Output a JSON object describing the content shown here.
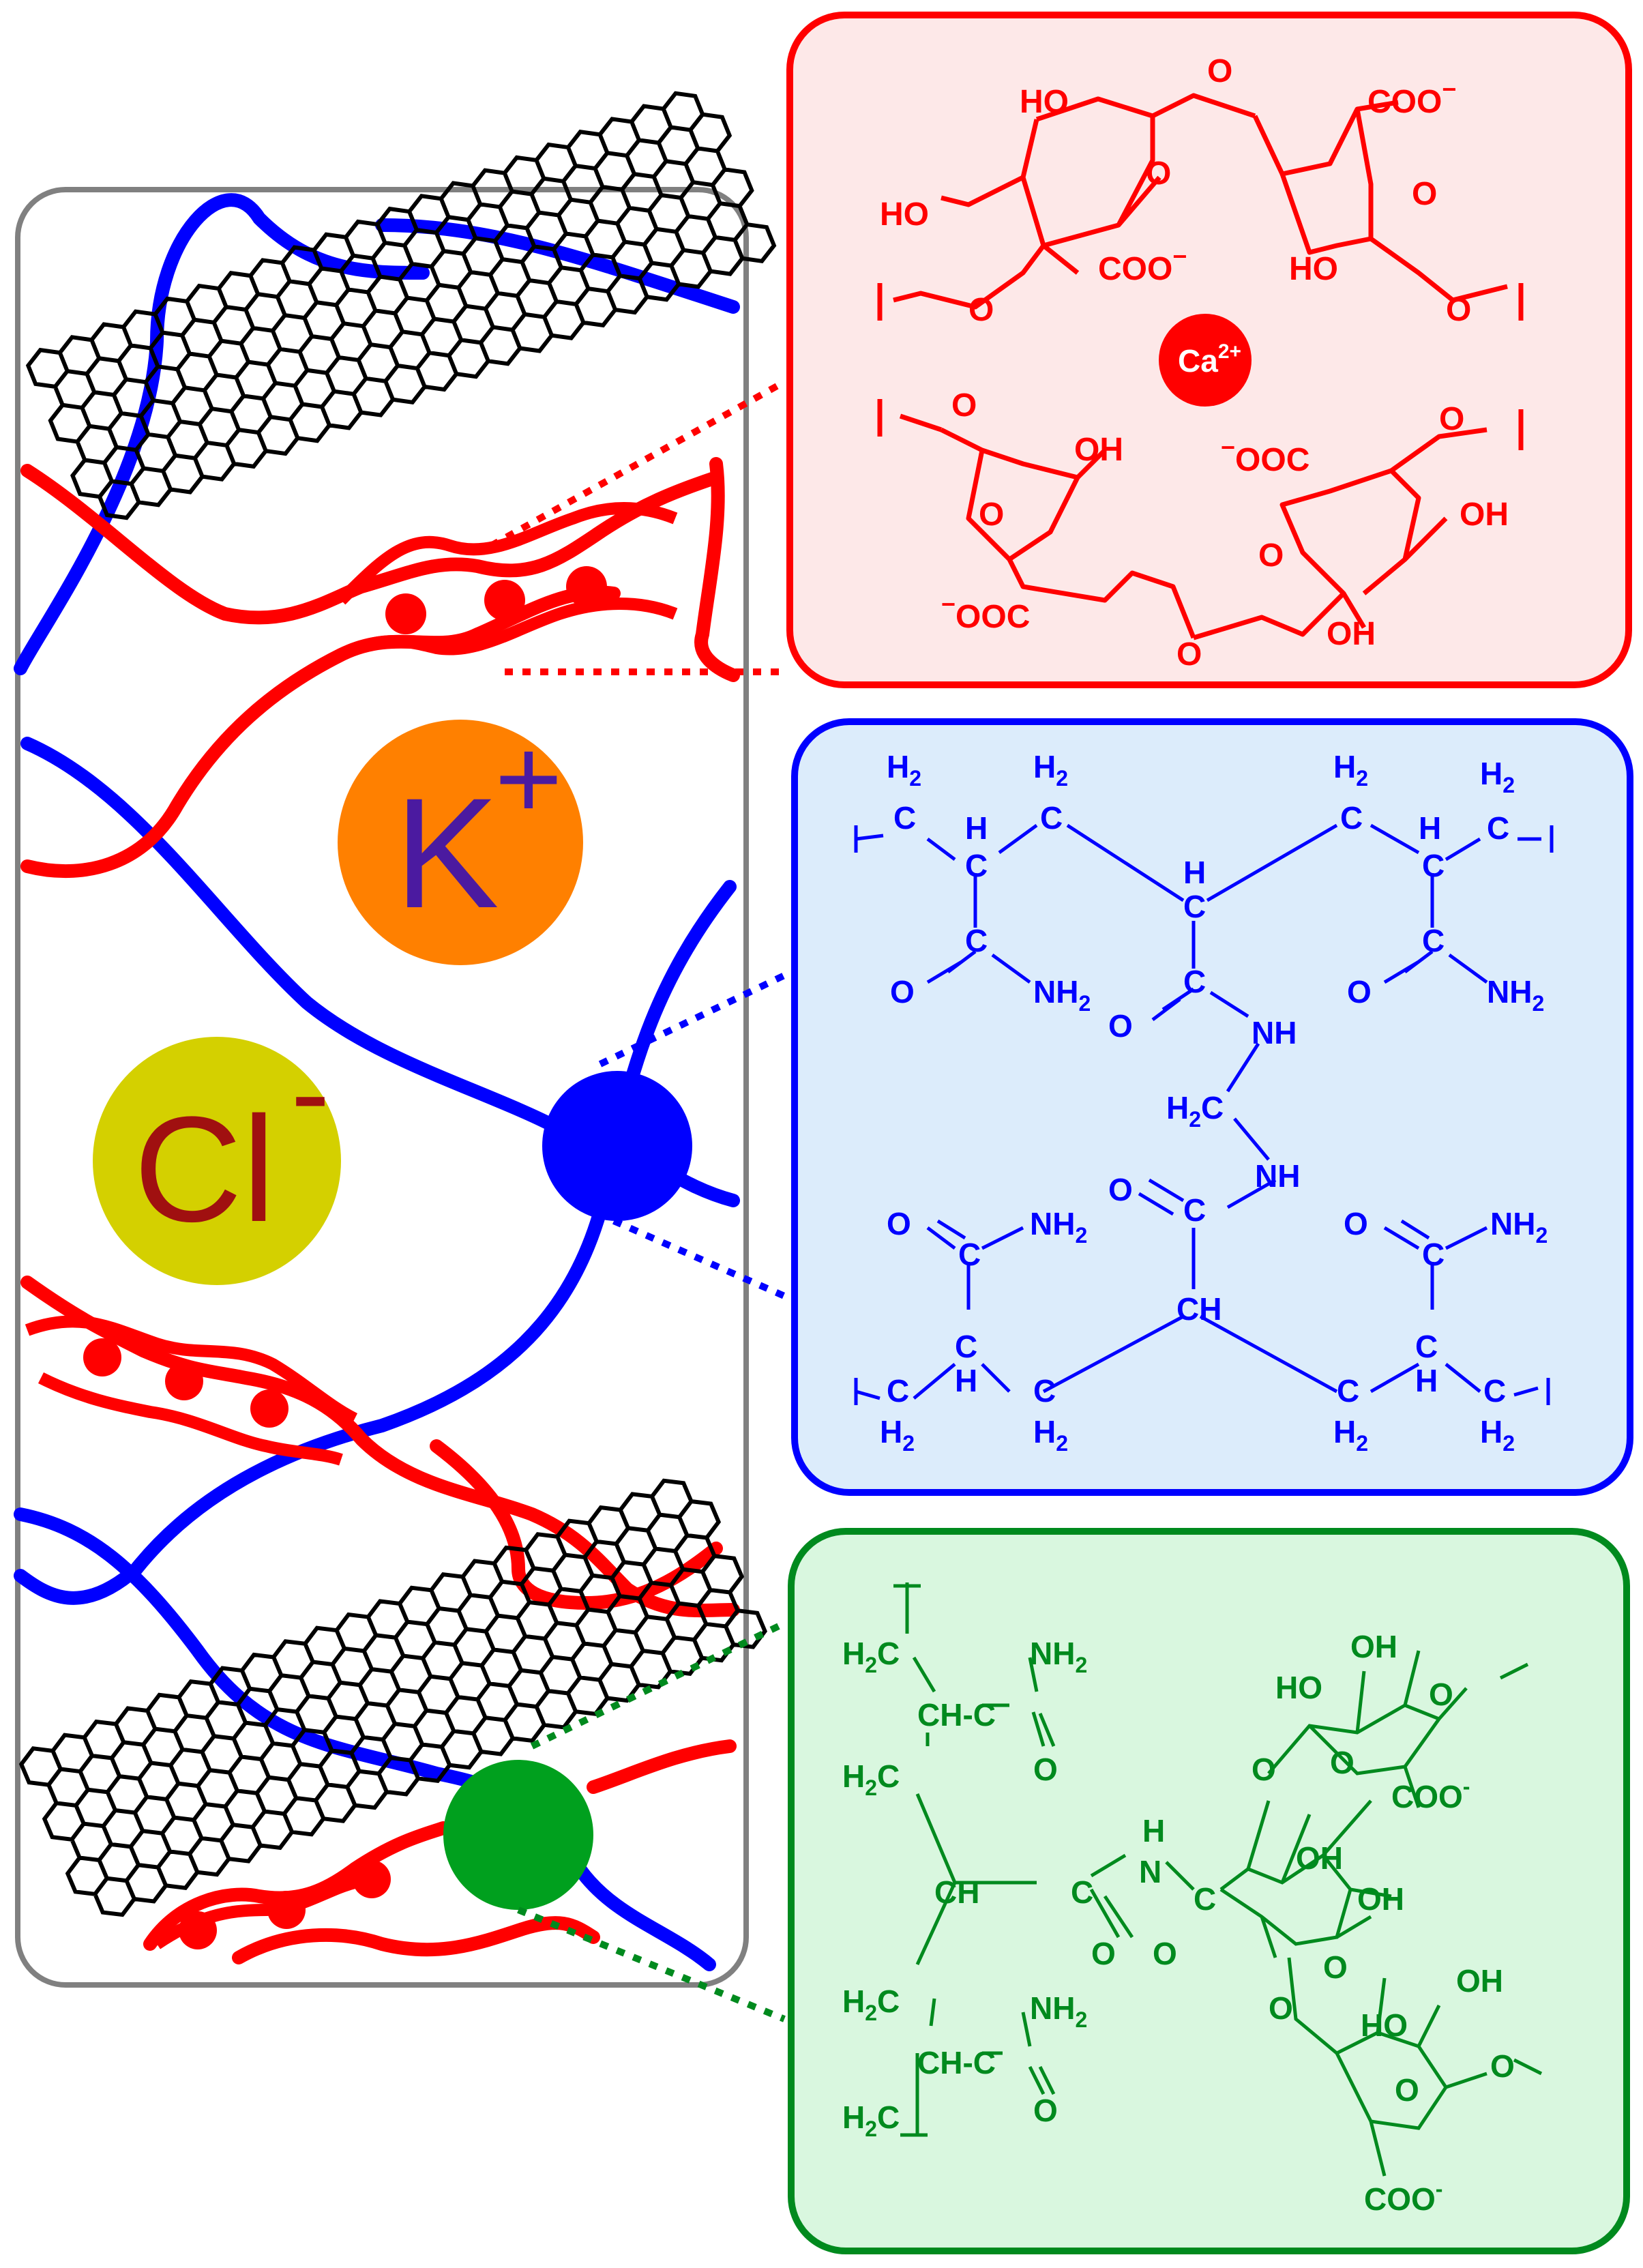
{
  "colors": {
    "red": "#ff0000",
    "blue": "#0000ff",
    "green": "#008a1e",
    "frame": "#808080",
    "nanotube": "#000000",
    "k_ion": "#ff8000",
    "k_text": "#4b1aa0",
    "cl_ion": "#d4d000",
    "cl_text": "#a01010",
    "red_panel_fill": "#fde8e8",
    "blue_panel_fill": "#dcecfb",
    "green_panel_fill": "#d9f7df"
  },
  "ions": {
    "k_label": "K",
    "k_charge": "+",
    "cl_label": "Cl",
    "cl_charge": "-"
  },
  "alginate_panel": {
    "center_ion": "Ca",
    "center_charge": "2+",
    "hydroxyl": "HO",
    "hydroxyl_right": "OH",
    "carboxylate": "COO",
    "carboxylate_left": "OOC",
    "charge_minus": "−",
    "oxygen": "O"
  },
  "pam_panel": {
    "ch2": "C",
    "h2": "H",
    "sub2": "2",
    "ch": "CH",
    "c": "C",
    "h": "H",
    "o": "O",
    "nh2": "NH",
    "nh": "NH",
    "h2c": "H",
    "h2c_c": "C"
  },
  "graft_panel": {
    "h2c": "H",
    "sub2": "2",
    "c_small": "C",
    "ch": "CH",
    "c": "C",
    "o": "O",
    "nh2": "NH",
    "n": "N",
    "h": "H",
    "oh": "OH",
    "ho": "HO",
    "coo": "COO",
    "minus": "-"
  }
}
